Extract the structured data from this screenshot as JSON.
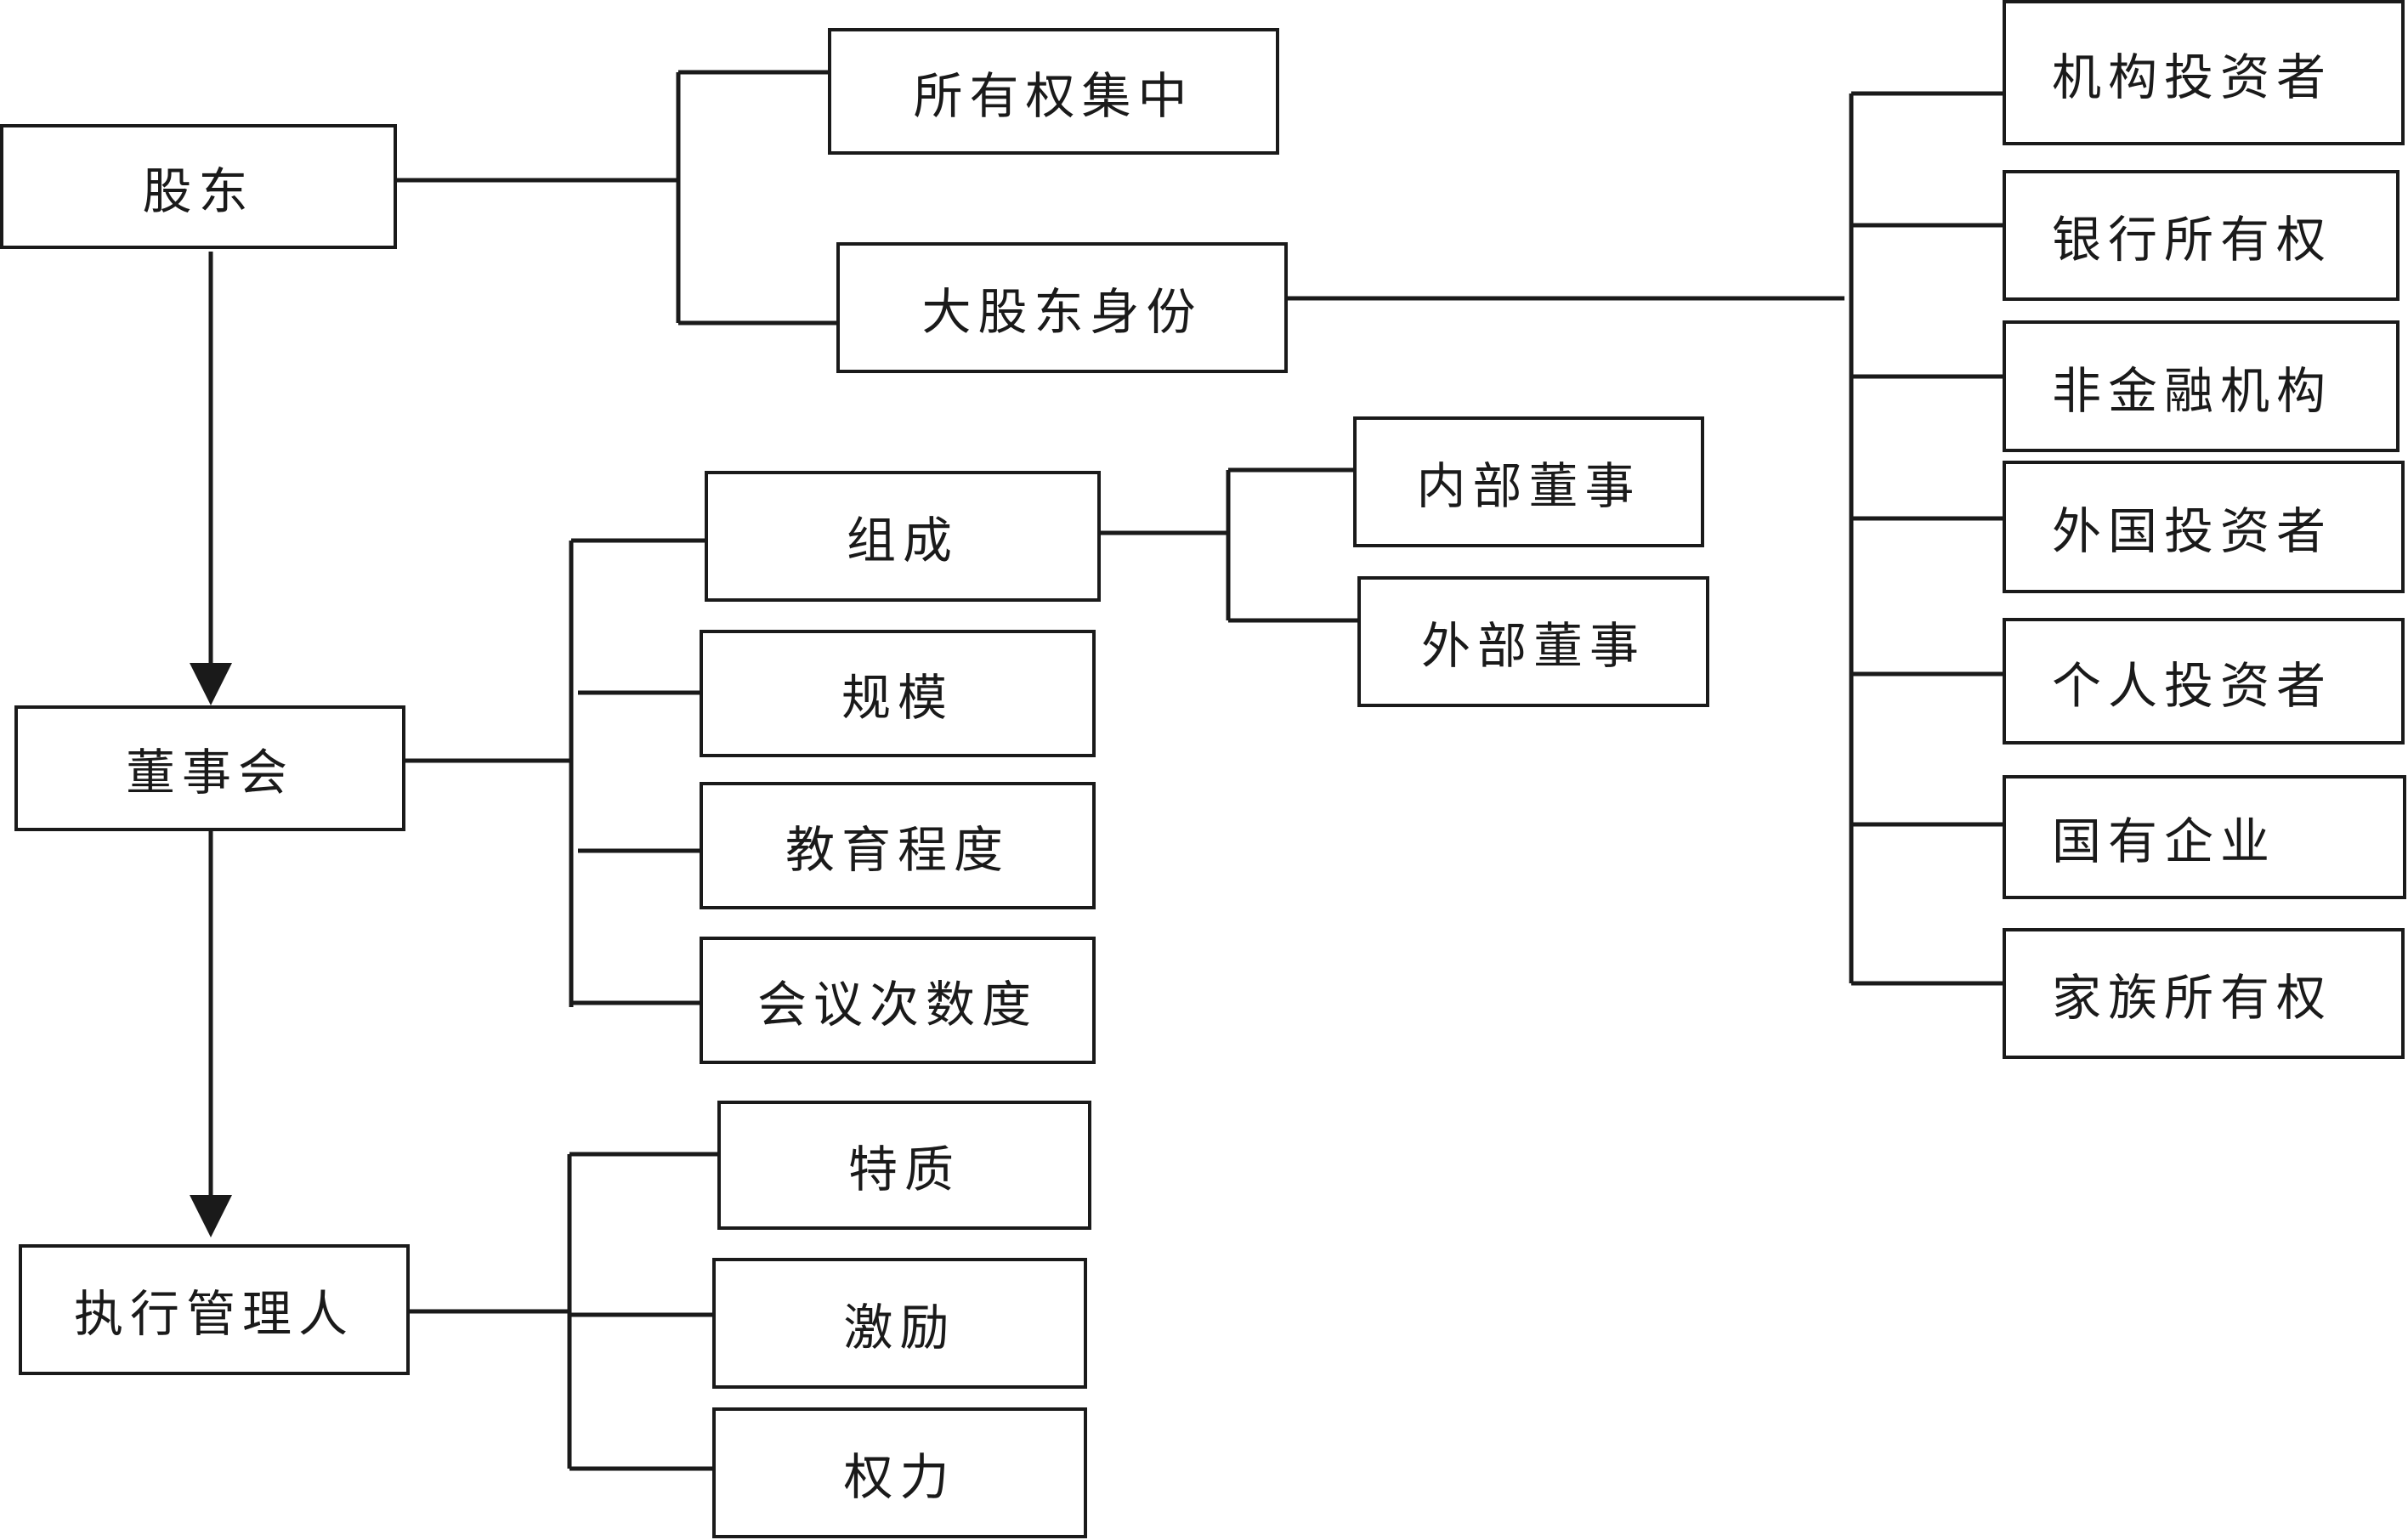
{
  "root": {
    "label": "股东"
  },
  "ownership_concentration": {
    "label": "所有权集中"
  },
  "major_shareholder_identity": {
    "label": "大股东身份",
    "types": [
      {
        "label": "机构投资者"
      },
      {
        "label": "银行所有权"
      },
      {
        "label": "非金融机构"
      },
      {
        "label": "外国投资者"
      },
      {
        "label": "个人投资者"
      },
      {
        "label": "国有企业"
      },
      {
        "label": "家族所有权"
      }
    ]
  },
  "board": {
    "label": "董事会",
    "composition": {
      "label": "组成"
    },
    "inside_directors": {
      "label": "内部董事"
    },
    "outside_directors": {
      "label": "外部董事"
    },
    "size": {
      "label": "规模"
    },
    "education": {
      "label": "教育程度"
    },
    "meetings": {
      "label": "会议次数度"
    }
  },
  "executive": {
    "label": "执行管理人",
    "traits": {
      "label": "特质"
    },
    "incentives": {
      "label": "激励"
    },
    "power": {
      "label": "权力"
    }
  }
}
